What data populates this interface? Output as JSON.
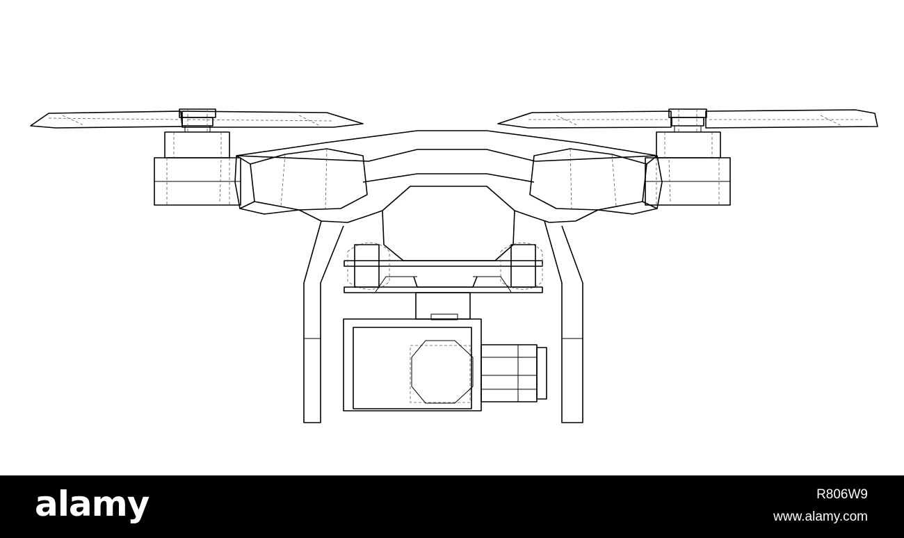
{
  "image": {
    "subject": "drone-wireframe-drawing",
    "colors": {
      "background": "#ffffff",
      "line": "#000000",
      "footer": "#000000",
      "footer_text": "#ffffff"
    }
  },
  "footer": {
    "logo_text": "alamy",
    "image_id": "R806W9",
    "url": "www.alamy.com"
  }
}
